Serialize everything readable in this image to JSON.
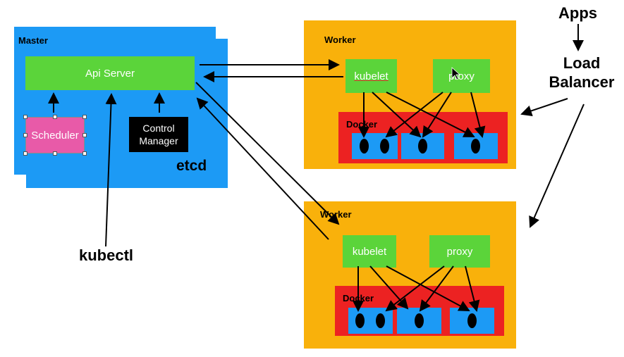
{
  "master": {
    "title": "Master",
    "api_server": "Api Server",
    "scheduler": "Scheduler",
    "control_manager_line1": "Control",
    "control_manager_line2": "Manager",
    "etcd": "etcd"
  },
  "worker1": {
    "title": "Worker",
    "kubelet": "kubelet",
    "proxy": "proxy",
    "docker": "Docker"
  },
  "worker2": {
    "title": "Worker",
    "kubelet": "kubelet",
    "proxy": "proxy",
    "docker": "Docker"
  },
  "kubectl": "kubectl",
  "apps": "Apps",
  "load_balancer_line1": "Load",
  "load_balancer_line2": "Balancer",
  "colors": {
    "master_blue": "#1c9af5",
    "worker_orange": "#f9b10b",
    "component_green": "#5bd43a",
    "docker_red": "#ec2222",
    "scheduler_pink": "#e85aa8"
  }
}
